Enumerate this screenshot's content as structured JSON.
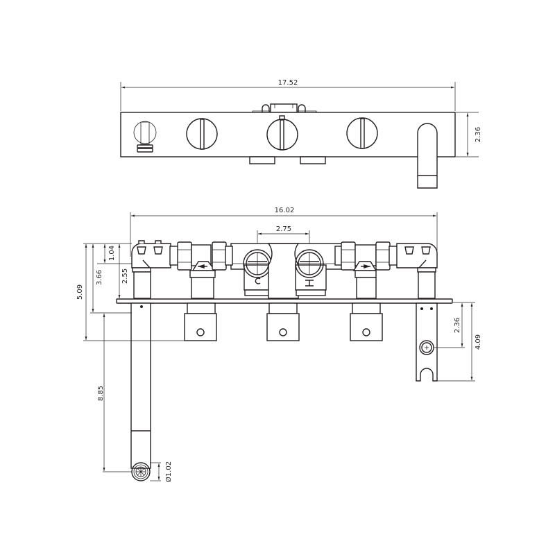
{
  "drawing": {
    "type": "technical-dimension-drawing",
    "subject": "wall-mounted thermostatic shower/bath mixer valve with spout and hand shower bracket",
    "line_color": "#231f20",
    "background": "#ffffff"
  },
  "top_view": {
    "dimensions": {
      "overall_width": "17.52",
      "plate_height": "2.36"
    },
    "handles": [
      "left-handle",
      "center-handle",
      "right-handle"
    ]
  },
  "front_view": {
    "dimensions": {
      "valve_body_width": "16.02",
      "center_ports_spacing": "2.75",
      "pipe_top_to_centerline": "1.04",
      "centerline_to_plate": "2.55",
      "top_to_plate_front": "3.66",
      "top_to_handle_bottom": "5.09",
      "spout_length": "8.85",
      "spout_outlet_diameter": "Ø1.02",
      "bracket_to_holder_center": "2.36",
      "bracket_total_length": "4.09"
    },
    "flow_arrows": [
      "left",
      "right"
    ],
    "port_symbols": [
      "hot-symbol",
      "flow-symbol"
    ]
  }
}
